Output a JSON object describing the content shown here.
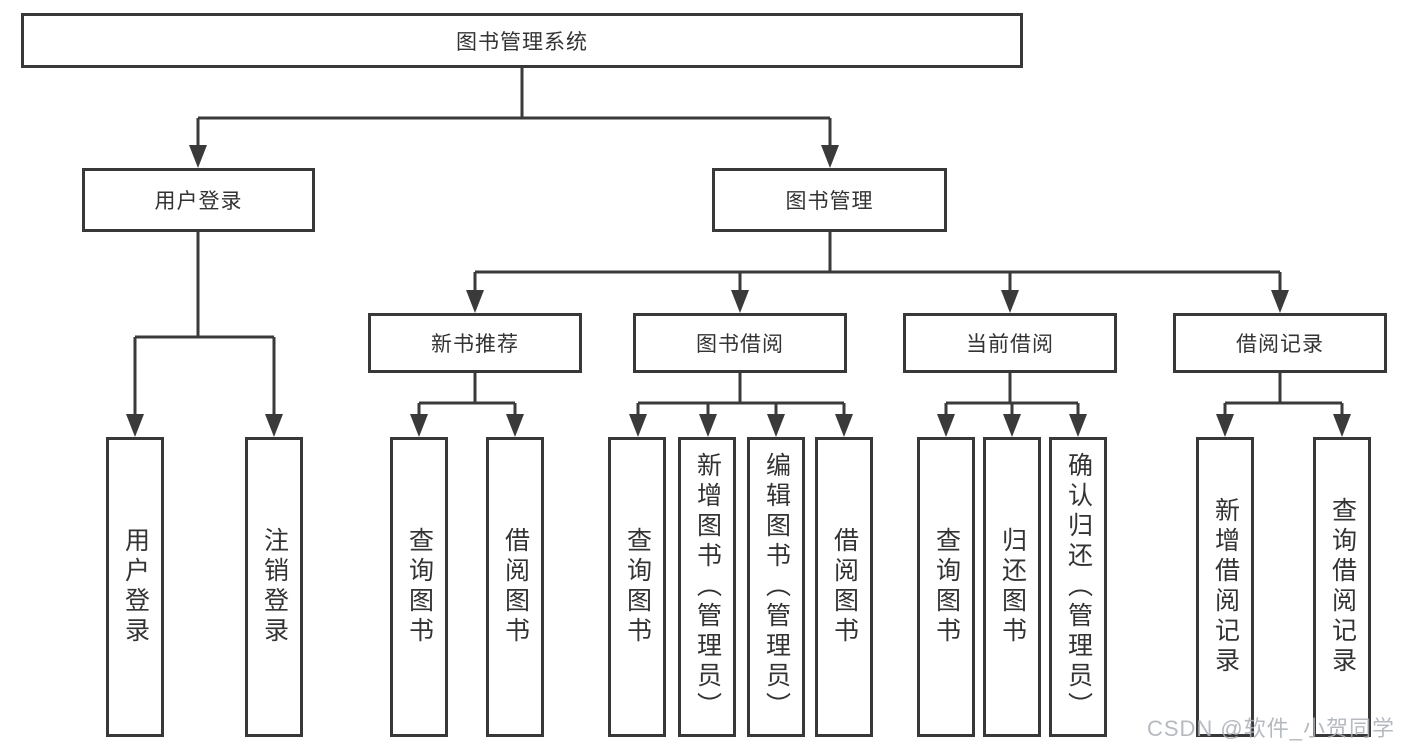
{
  "colors": {
    "line": "#3a3a3a",
    "box_border": "#383838",
    "box_background": "#ffffff",
    "text": "#333333",
    "watermark": "#a9aeb6"
  },
  "watermark": {
    "text": "CSDN @软件_小贺同学"
  },
  "tree": {
    "root": {
      "label": "图书管理系统"
    },
    "branches": [
      {
        "label": "用户登录",
        "children": [
          {
            "label": "用户登录"
          },
          {
            "label": "注销登录"
          }
        ]
      },
      {
        "label": "图书管理",
        "children": [
          {
            "label": "新书推荐",
            "children": [
              {
                "label": "查询图书"
              },
              {
                "label": "借阅图书"
              }
            ]
          },
          {
            "label": "图书借阅",
            "children": [
              {
                "label": "查询图书"
              },
              {
                "label": "新增图书（管理员）"
              },
              {
                "label": "编辑图书（管理员）"
              },
              {
                "label": "借阅图书"
              }
            ]
          },
          {
            "label": "当前借阅",
            "children": [
              {
                "label": "查询图书"
              },
              {
                "label": "归还图书"
              },
              {
                "label": "确认归还（管理员）"
              }
            ]
          },
          {
            "label": "借阅记录",
            "children": [
              {
                "label": "新增借阅记录"
              },
              {
                "label": "查询借阅记录"
              }
            ]
          }
        ]
      }
    ]
  }
}
